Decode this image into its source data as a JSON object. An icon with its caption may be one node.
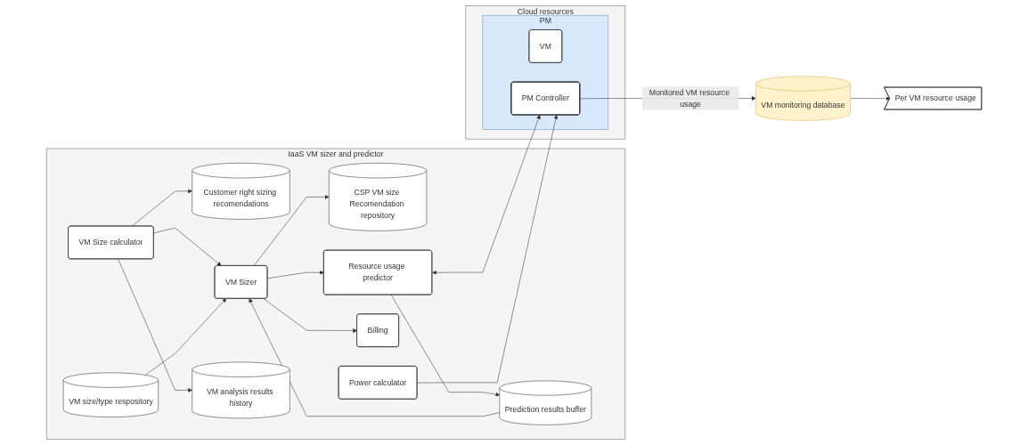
{
  "diagram": {
    "nodes": [
      {
        "text": [
          "VM monitoring database"
        ]
      },
      {
        "text": [
          "Per VM resource usage"
        ]
      },
      {
        "text": [
          "IaaS VM sizer and predictor"
        ]
      },
      {
        "text": [
          "Customer right sizing recomendations"
        ],
        "in": 2
      },
      {
        "text": [
          "CSP VM size Recomendation repository"
        ],
        "in": 2
      },
      {
        "text": [
          "Prediction results buffer"
        ],
        "in": 2
      },
      {
        "text": [
          "VM Size calculator"
        ],
        "in": 2
      },
      {
        "text": [
          "VM Sizer"
        ],
        "in": 2
      },
      {
        "text": [
          "Resource usage predictor"
        ],
        "in": 2
      },
      {
        "text": [
          "Billing"
        ],
        "in": 2
      },
      {
        "text": [
          "VM analysis results history"
        ],
        "in": 2
      },
      {
        "text": [
          "VM size/type respository"
        ],
        "in": 2
      },
      {
        "text": [
          "Power calculator"
        ],
        "in": 2
      },
      {
        "text": [
          "Cloud resources"
        ]
      },
      {
        "text": [
          "PM"
        ],
        "in": 13
      },
      {
        "text": [
          "PM Controller"
        ],
        "in": 14
      },
      {
        "text": [
          "VM"
        ],
        "in": 14
      }
    ],
    "edges": [
      {
        "from": 0,
        "to": 1,
        "arrow": "to"
      },
      {
        "from": 6,
        "to": 3,
        "arrow": "to"
      },
      {
        "from": 6,
        "to": 10,
        "arrow": "to"
      },
      {
        "from": 6,
        "to": 7,
        "arrow": "to"
      },
      {
        "from": 7,
        "to": 4,
        "arrow": "to"
      },
      {
        "from": 11,
        "to": 7,
        "arrow": "to"
      },
      {
        "from": 7,
        "to": 8,
        "arrow": "to"
      },
      {
        "from": 7,
        "to": 9,
        "arrow": "to"
      },
      {
        "from": 8,
        "to": 5,
        "arrow": "to"
      },
      {
        "from": 5,
        "to": 7,
        "arrow": "to"
      },
      {
        "from": 8,
        "to": 15,
        "arrow": "both"
      },
      {
        "from": 12,
        "to": 15,
        "arrow": "to"
      },
      {
        "from": 15,
        "to": 0,
        "arrow": "to",
        "label": "Monitored VM resource usage"
      }
    ]
  }
}
